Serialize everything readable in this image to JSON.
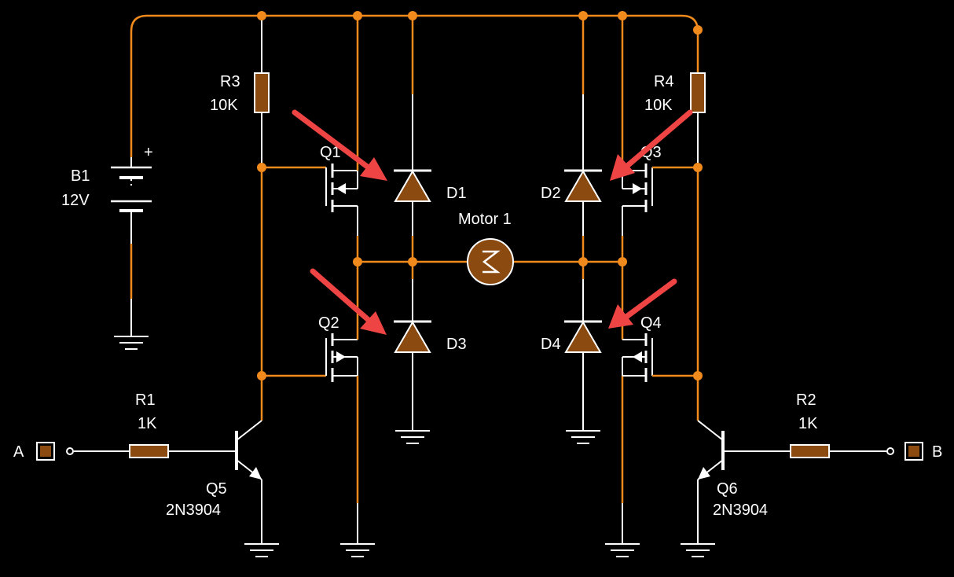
{
  "components": {
    "b1": {
      "name": "B1",
      "value": "12V",
      "plus": "+"
    },
    "r1": {
      "name": "R1",
      "value": "1K"
    },
    "r2": {
      "name": "R2",
      "value": "1K"
    },
    "r3": {
      "name": "R3",
      "value": "10K"
    },
    "r4": {
      "name": "R4",
      "value": "10K"
    },
    "q1": {
      "name": "Q1"
    },
    "q2": {
      "name": "Q2"
    },
    "q3": {
      "name": "Q3"
    },
    "q4": {
      "name": "Q4"
    },
    "q5": {
      "name": "Q5",
      "part": "2N3904"
    },
    "q6": {
      "name": "Q6",
      "part": "2N3904"
    },
    "d1": {
      "name": "D1"
    },
    "d2": {
      "name": "D2"
    },
    "d3": {
      "name": "D3"
    },
    "d4": {
      "name": "D4"
    },
    "motor": {
      "name": "Motor 1"
    },
    "input_a": {
      "name": "A"
    },
    "input_b": {
      "name": "B"
    }
  },
  "colors": {
    "wire_powered": "#f08a1c",
    "wire_unpowered": "#ffffff",
    "component_fill": "#8a4a10",
    "annotation_arrow": "#ef4444",
    "background": "#000000"
  }
}
